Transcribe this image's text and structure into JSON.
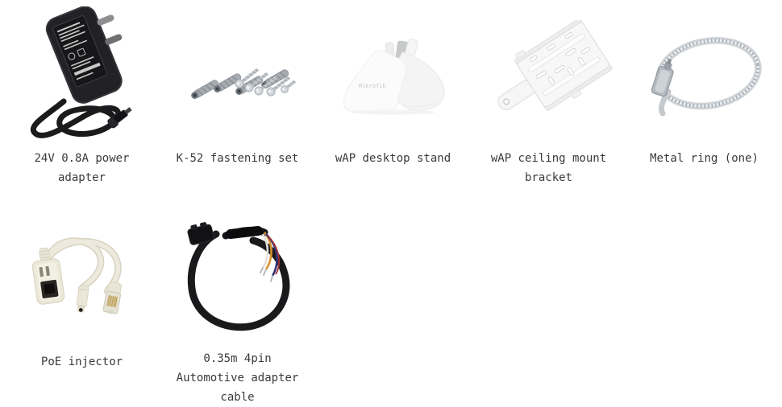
{
  "page": {
    "background_color": "#ffffff",
    "text_color": "#3a3a3a"
  },
  "products": [
    {
      "name": "24V 0.8A power adapter",
      "image": "power-adapter"
    },
    {
      "name": "K-52 fastening set",
      "image": "fastening-set"
    },
    {
      "name": "wAP desktop stand",
      "image": "desktop-stand",
      "logo_text": "MikroTik"
    },
    {
      "name": "wAP ceiling mount bracket",
      "image": "ceiling-bracket"
    },
    {
      "name": "Metal ring (one)",
      "image": "metal-ring"
    },
    {
      "name": "PoE injector",
      "image": "poe-injector"
    },
    {
      "name": "0.35m 4pin Automotive adapter cable",
      "image": "automotive-cable"
    }
  ]
}
